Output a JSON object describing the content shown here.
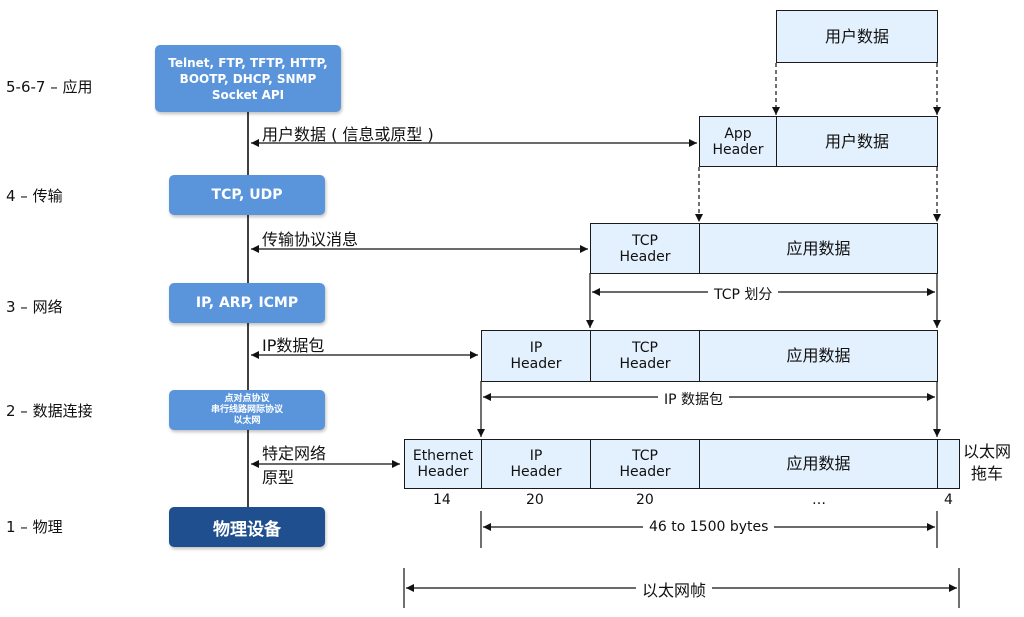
{
  "layers": {
    "app": "5-6-7 – 应用",
    "transport": "4 – 传输",
    "network": "3 –   网络",
    "datalink": "2 – 数据连接",
    "physical": "1 – 物理"
  },
  "protocols": {
    "app": "Telnet, FTP, TFTP, HTTP,\nBOOTP, DHCP, SNMP\nSocket API",
    "transport": "TCP, UDP",
    "network": "IP, ARP, ICMP",
    "datalink": "点对点协议\n串行线路网际协议\n以太网",
    "physical": "物理设备"
  },
  "messages": {
    "app": "用户数据 ( 信息或原型 )",
    "transport": "传输协议消息",
    "network": "IP数据包",
    "datalink": "特定网络\n原型"
  },
  "frames": {
    "user_data_top": "用户数据",
    "app_header": "App\nHeader",
    "user_data": "用户数据",
    "tcp_header": "TCP\nHeader",
    "app_data": "应用数据",
    "ip_header": "IP\nHeader",
    "eth_header": "Ethernet\nHeader",
    "eth_trailer": "以太网\n拖车"
  },
  "spans": {
    "tcp_segment": "TCP 划分",
    "ip_packet": "IP 数据包",
    "payload": "46 to 1500 bytes",
    "eth_frame": "以太网帧"
  },
  "sizes": {
    "eth": "14",
    "ip": "20",
    "tcp": "20",
    "data": "…",
    "trailer": "4"
  }
}
